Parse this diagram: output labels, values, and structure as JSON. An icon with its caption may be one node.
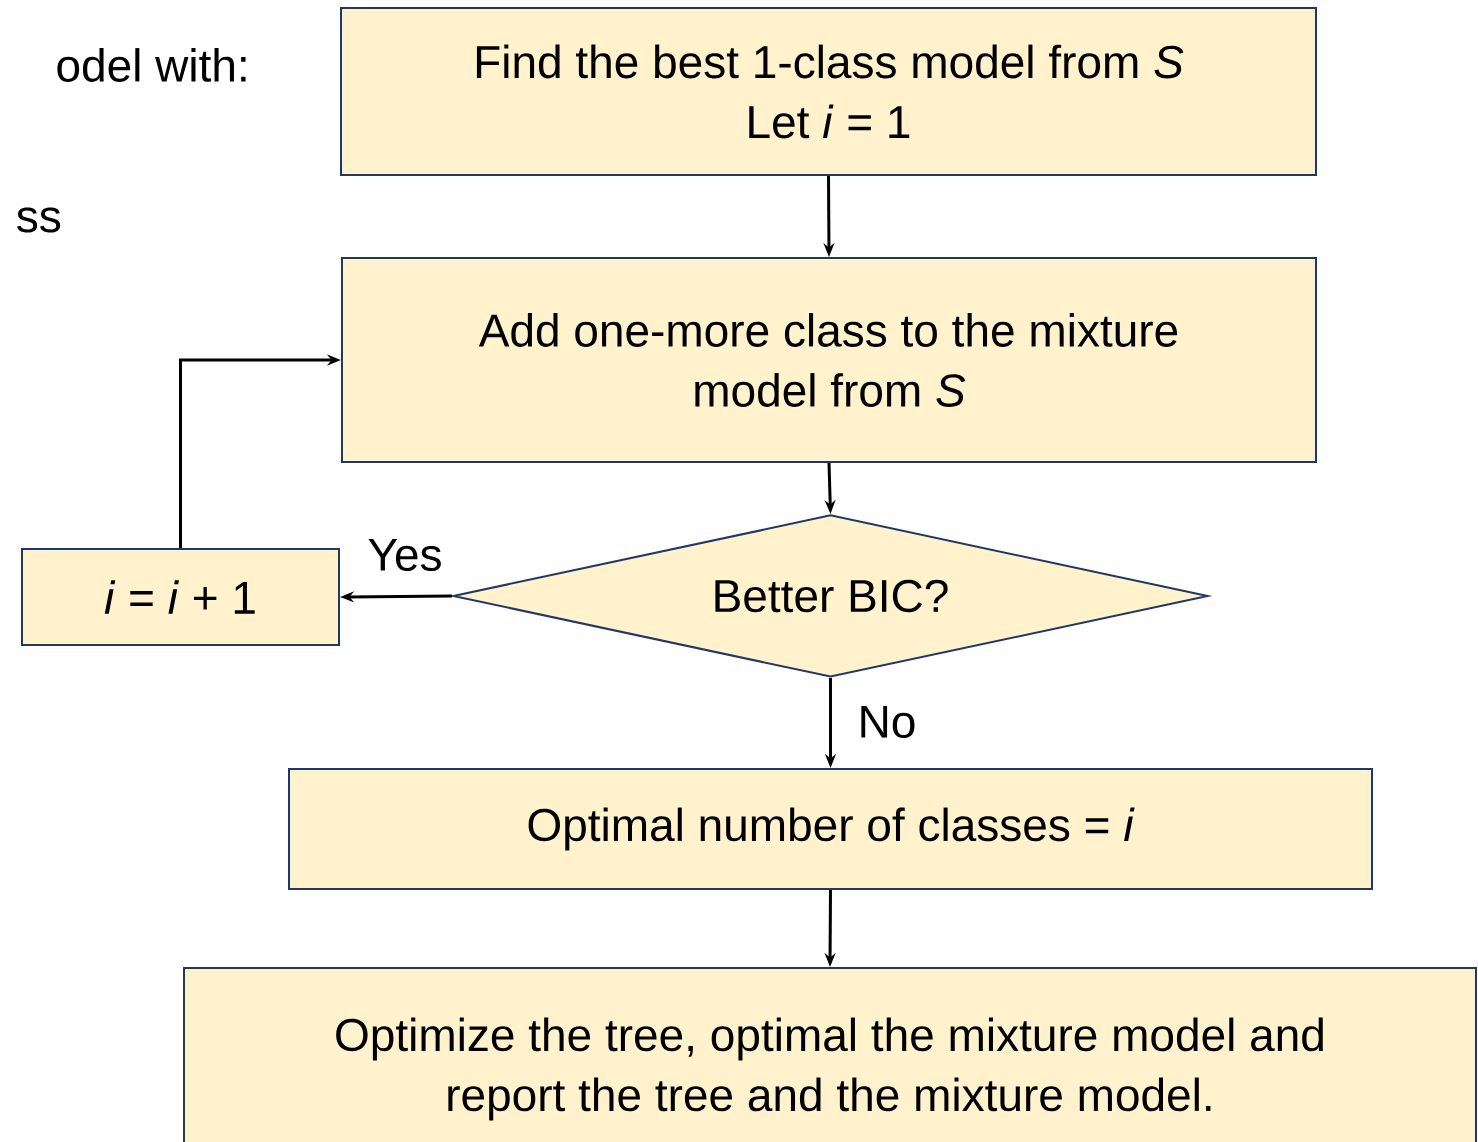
{
  "diagram": {
    "nodes": [
      {
        "text": [
          "Find the best 1-class model from *S*",
          "Let *i* = 1"
        ]
      },
      {
        "text": [
          "Add one-more class to the mixture model from *S*"
        ]
      },
      {
        "text": [
          "Better BIC?"
        ]
      },
      {
        "text": [
          "*i* = *i* + 1"
        ]
      },
      {
        "text": [
          "Optimal number of classes = *i*"
        ]
      },
      {
        "text": [
          "Optimize the tree, optimal the mixture model and report the tree and the mixture model."
        ]
      }
    ],
    "edges": [
      {
        "from": 0,
        "to": 1,
        "arrow": "to"
      },
      {
        "from": 1,
        "to": 2,
        "arrow": "to"
      },
      {
        "from": 2,
        "to": 3,
        "arrow": "to",
        "label": "Yes"
      },
      {
        "from": 3,
        "to": 1,
        "arrow": "to"
      },
      {
        "from": 2,
        "to": 4,
        "arrow": "to",
        "label": "No"
      },
      {
        "from": 4,
        "to": 5,
        "arrow": "to"
      }
    ],
    "labels": [
      "odel with:",
      "ss"
    ]
  }
}
